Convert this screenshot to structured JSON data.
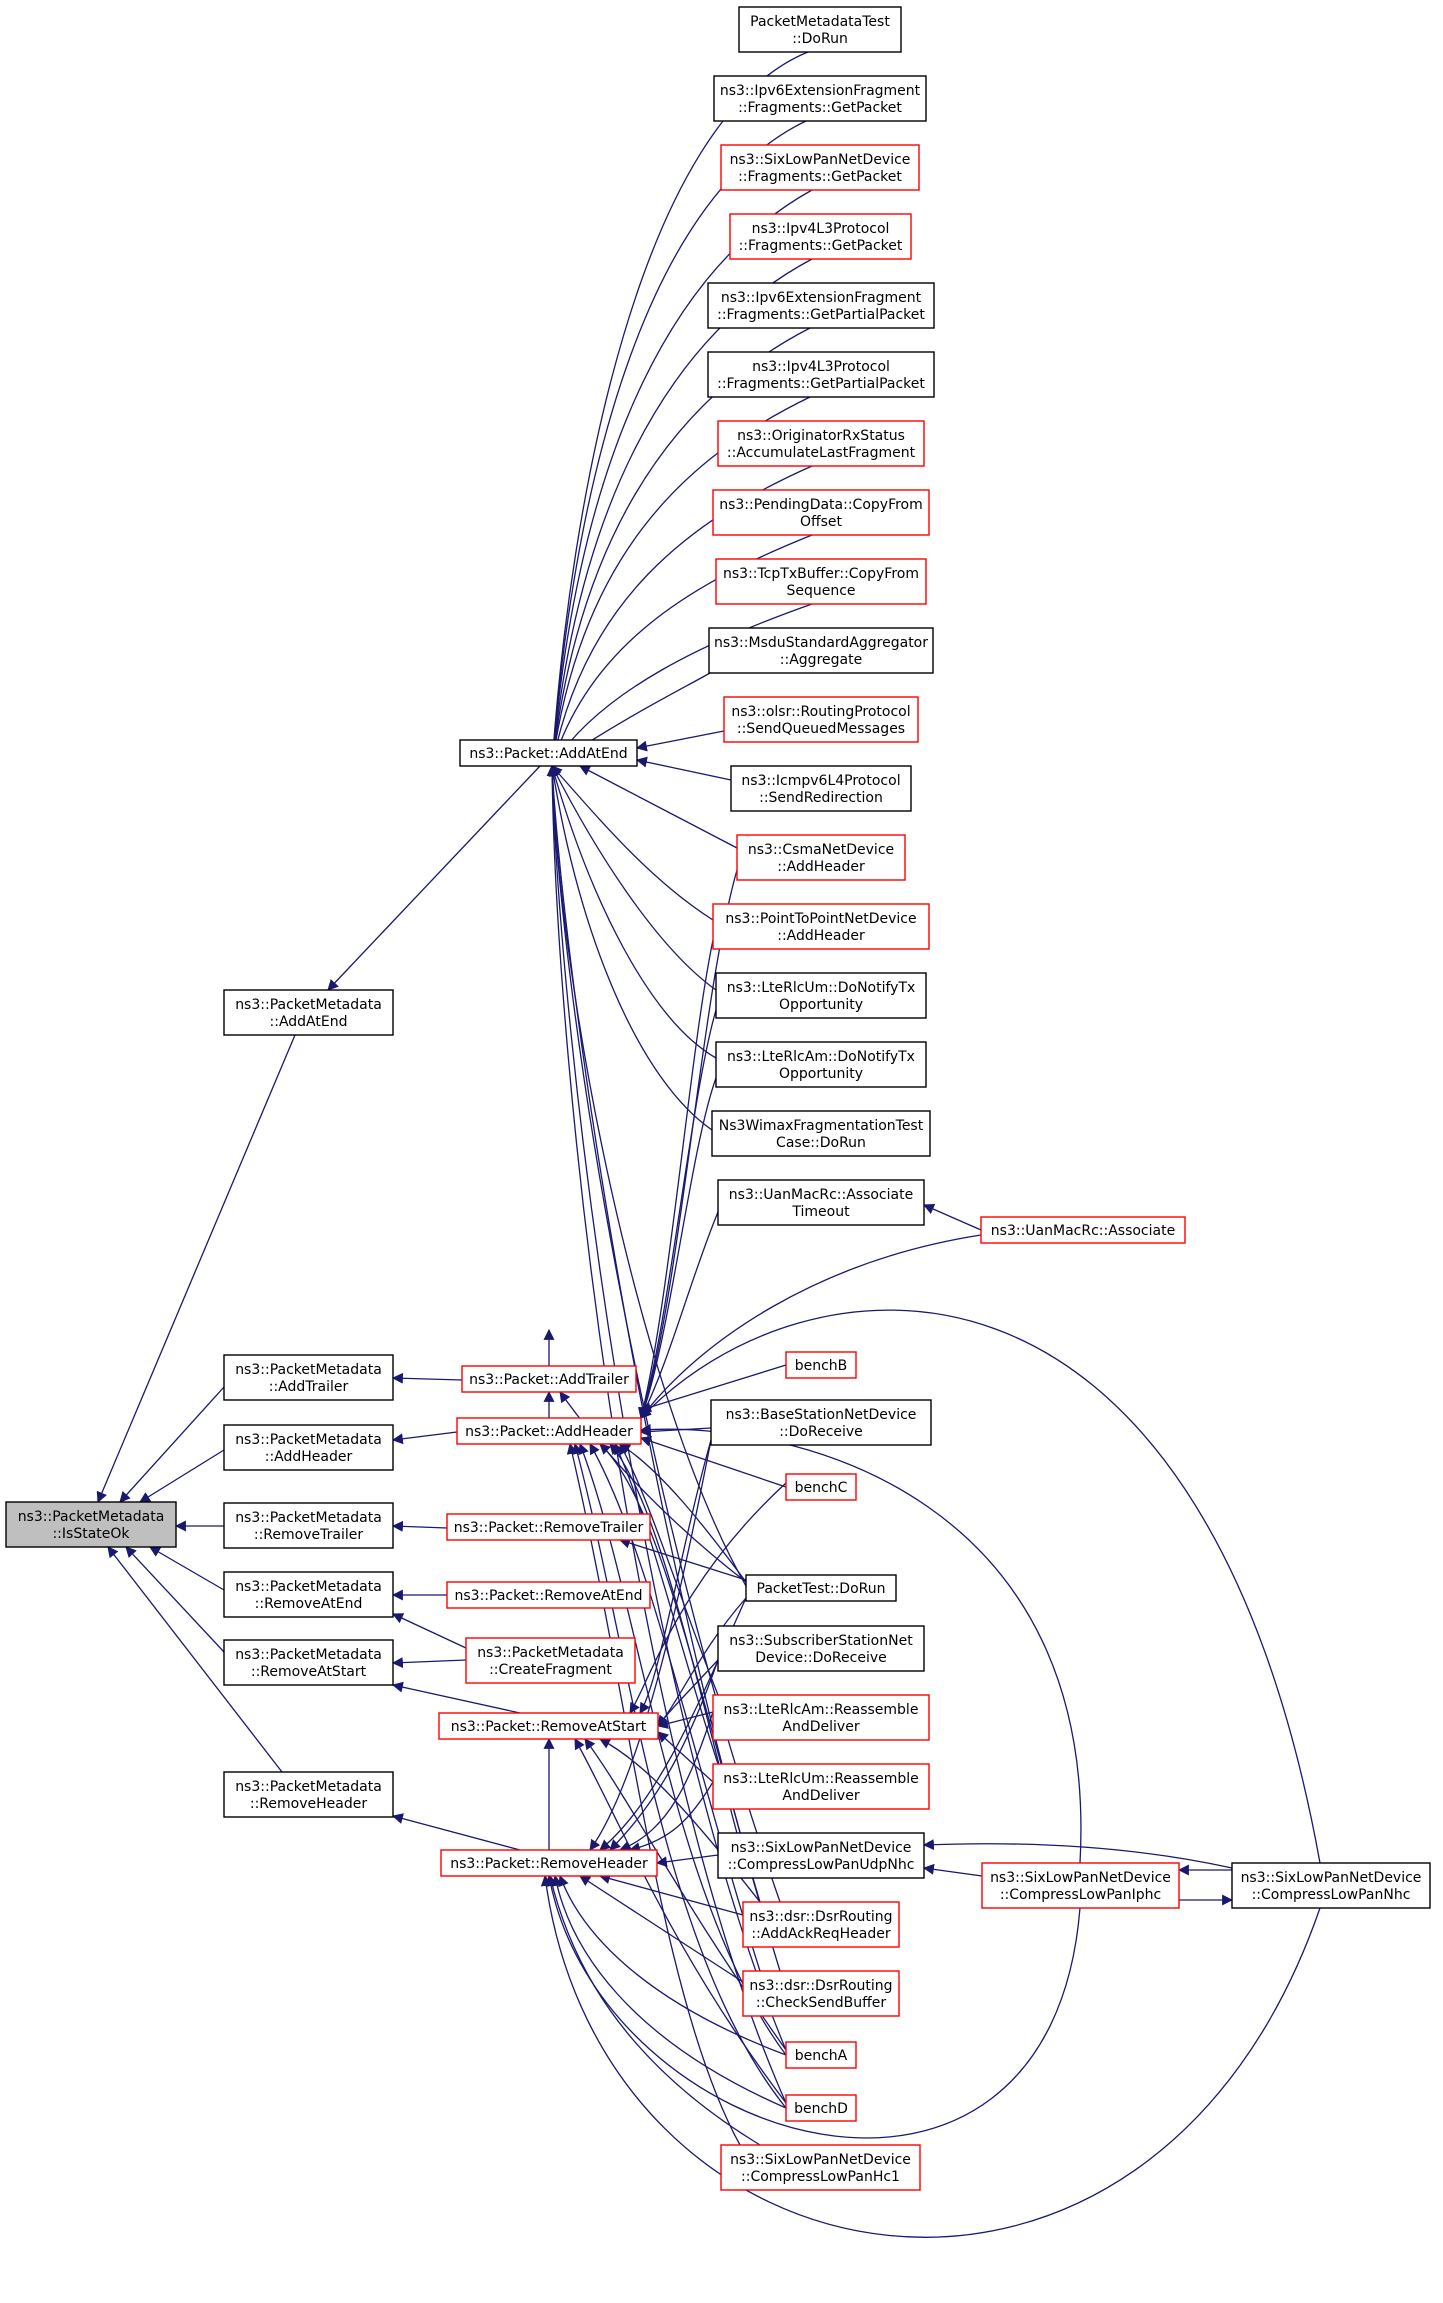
{
  "graph": {
    "colors": {
      "edge": "#191970",
      "focus_fill": "#bfbfbf",
      "normal_border": "#000000",
      "incomplete_border": "#ff0000",
      "fill": "#ffffff"
    },
    "nodes": [
      {
        "id": "is_state_ok",
        "lines": [
          "ns3::PacketMetadata",
          "::IsStateOk"
        ],
        "style": "focus"
      },
      {
        "id": "pm_add_at_end",
        "lines": [
          "ns3::PacketMetadata",
          "::AddAtEnd"
        ],
        "style": "normal"
      },
      {
        "id": "pm_add_trailer",
        "lines": [
          "ns3::PacketMetadata",
          "::AddTrailer"
        ],
        "style": "normal"
      },
      {
        "id": "pm_add_header",
        "lines": [
          "ns3::PacketMetadata",
          "::AddHeader"
        ],
        "style": "normal"
      },
      {
        "id": "pm_remove_trailer",
        "lines": [
          "ns3::PacketMetadata",
          "::RemoveTrailer"
        ],
        "style": "normal"
      },
      {
        "id": "pm_remove_at_end",
        "lines": [
          "ns3::PacketMetadata",
          "::RemoveAtEnd"
        ],
        "style": "normal"
      },
      {
        "id": "pm_remove_at_start",
        "lines": [
          "ns3::PacketMetadata",
          "::RemoveAtStart"
        ],
        "style": "normal"
      },
      {
        "id": "pm_remove_header",
        "lines": [
          "ns3::PacketMetadata",
          "::RemoveHeader"
        ],
        "style": "normal"
      },
      {
        "id": "p_add_at_end",
        "lines": [
          "ns3::Packet::AddAtEnd"
        ],
        "style": "normal"
      },
      {
        "id": "p_add_trailer",
        "lines": [
          "ns3::Packet::AddTrailer"
        ],
        "style": "incomplete"
      },
      {
        "id": "p_add_header",
        "lines": [
          "ns3::Packet::AddHeader"
        ],
        "style": "incomplete"
      },
      {
        "id": "p_remove_trailer",
        "lines": [
          "ns3::Packet::RemoveTrailer"
        ],
        "style": "incomplete"
      },
      {
        "id": "p_remove_at_end",
        "lines": [
          "ns3::Packet::RemoveAtEnd"
        ],
        "style": "incomplete"
      },
      {
        "id": "pm_create_fragment",
        "lines": [
          "ns3::PacketMetadata",
          "::CreateFragment"
        ],
        "style": "incomplete"
      },
      {
        "id": "p_remove_at_start",
        "lines": [
          "ns3::Packet::RemoveAtStart"
        ],
        "style": "incomplete"
      },
      {
        "id": "p_remove_header",
        "lines": [
          "ns3::Packet::RemoveHeader"
        ],
        "style": "incomplete"
      },
      {
        "id": "pmt_do_run",
        "lines": [
          "PacketMetadataTest",
          "::DoRun"
        ],
        "style": "normal"
      },
      {
        "id": "ipv6_ext_get_packet",
        "lines": [
          "ns3::Ipv6ExtensionFragment",
          "::Fragments::GetPacket"
        ],
        "style": "normal"
      },
      {
        "id": "sixlow_get_packet",
        "lines": [
          "ns3::SixLowPanNetDevice",
          "::Fragments::GetPacket"
        ],
        "style": "incomplete"
      },
      {
        "id": "ipv4l3_get_packet",
        "lines": [
          "ns3::Ipv4L3Protocol",
          "::Fragments::GetPacket"
        ],
        "style": "incomplete"
      },
      {
        "id": "ipv6_ext_get_partial",
        "lines": [
          "ns3::Ipv6ExtensionFragment",
          "::Fragments::GetPartialPacket"
        ],
        "style": "normal"
      },
      {
        "id": "ipv4l3_get_partial",
        "lines": [
          "ns3::Ipv4L3Protocol",
          "::Fragments::GetPartialPacket"
        ],
        "style": "normal"
      },
      {
        "id": "originator_accumulate",
        "lines": [
          "ns3::OriginatorRxStatus",
          "::AccumulateLastFragment"
        ],
        "style": "incomplete"
      },
      {
        "id": "pending_copy_from",
        "lines": [
          "ns3::PendingData::CopyFrom",
          "Offset"
        ],
        "style": "incomplete"
      },
      {
        "id": "tcp_copy_from",
        "lines": [
          "ns3::TcpTxBuffer::CopyFrom",
          "Sequence"
        ],
        "style": "incomplete"
      },
      {
        "id": "msdu_aggregate",
        "lines": [
          "ns3::MsduStandardAggregator",
          "::Aggregate"
        ],
        "style": "normal"
      },
      {
        "id": "olsr_send_queued",
        "lines": [
          "ns3::olsr::RoutingProtocol",
          "::SendQueuedMessages"
        ],
        "style": "incomplete"
      },
      {
        "id": "icmpv6_send_redirection",
        "lines": [
          "ns3::Icmpv6L4Protocol",
          "::SendRedirection"
        ],
        "style": "normal"
      },
      {
        "id": "csma_add_header",
        "lines": [
          "ns3::CsmaNetDevice",
          "::AddHeader"
        ],
        "style": "incomplete"
      },
      {
        "id": "p2p_add_header",
        "lines": [
          "ns3::PointToPointNetDevice",
          "::AddHeader"
        ],
        "style": "incomplete"
      },
      {
        "id": "lte_um_notify",
        "lines": [
          "ns3::LteRlcUm::DoNotifyTx",
          "Opportunity"
        ],
        "style": "normal"
      },
      {
        "id": "lte_am_notify",
        "lines": [
          "ns3::LteRlcAm::DoNotifyTx",
          "Opportunity"
        ],
        "style": "normal"
      },
      {
        "id": "wimax_frag_test",
        "lines": [
          "Ns3WimaxFragmentationTest",
          "Case::DoRun"
        ],
        "style": "normal"
      },
      {
        "id": "uan_associate_timeout",
        "lines": [
          "ns3::UanMacRc::Associate",
          "Timeout"
        ],
        "style": "normal"
      },
      {
        "id": "uan_associate",
        "lines": [
          "ns3::UanMacRc::Associate"
        ],
        "style": "incomplete"
      },
      {
        "id": "bench_b",
        "lines": [
          "benchB"
        ],
        "style": "incomplete"
      },
      {
        "id": "bs_do_receive",
        "lines": [
          "ns3::BaseStationNetDevice",
          "::DoReceive"
        ],
        "style": "normal"
      },
      {
        "id": "bench_c",
        "lines": [
          "benchC"
        ],
        "style": "incomplete"
      },
      {
        "id": "packet_test_do_run",
        "lines": [
          "PacketTest::DoRun"
        ],
        "style": "normal"
      },
      {
        "id": "ss_do_receive",
        "lines": [
          "ns3::SubscriberStationNet",
          "Device::DoReceive"
        ],
        "style": "normal"
      },
      {
        "id": "lte_am_reassemble",
        "lines": [
          "ns3::LteRlcAm::Reassemble",
          "AndDeliver"
        ],
        "style": "incomplete"
      },
      {
        "id": "lte_um_reassemble",
        "lines": [
          "ns3::LteRlcUm::Reassemble",
          "AndDeliver"
        ],
        "style": "incomplete"
      },
      {
        "id": "sixlow_udp_nhc",
        "lines": [
          "ns3::SixLowPanNetDevice",
          "::CompressLowPanUdpNhc"
        ],
        "style": "normal"
      },
      {
        "id": "sixlow_iphc",
        "lines": [
          "ns3::SixLowPanNetDevice",
          "::CompressLowPanIphc"
        ],
        "style": "incomplete"
      },
      {
        "id": "sixlow_nhc",
        "lines": [
          "ns3::SixLowPanNetDevice",
          "::CompressLowPanNhc"
        ],
        "style": "normal"
      },
      {
        "id": "dsr_add_ack",
        "lines": [
          "ns3::dsr::DsrRouting",
          "::AddAckReqHeader"
        ],
        "style": "incomplete"
      },
      {
        "id": "dsr_check_send",
        "lines": [
          "ns3::dsr::DsrRouting",
          "::CheckSendBuffer"
        ],
        "style": "incomplete"
      },
      {
        "id": "bench_a",
        "lines": [
          "benchA"
        ],
        "style": "incomplete"
      },
      {
        "id": "bench_d",
        "lines": [
          "benchD"
        ],
        "style": "incomplete"
      },
      {
        "id": "sixlow_hc1",
        "lines": [
          "ns3::SixLowPanNetDevice",
          "::CompressLowPanHc1"
        ],
        "style": "incomplete"
      }
    ]
  }
}
